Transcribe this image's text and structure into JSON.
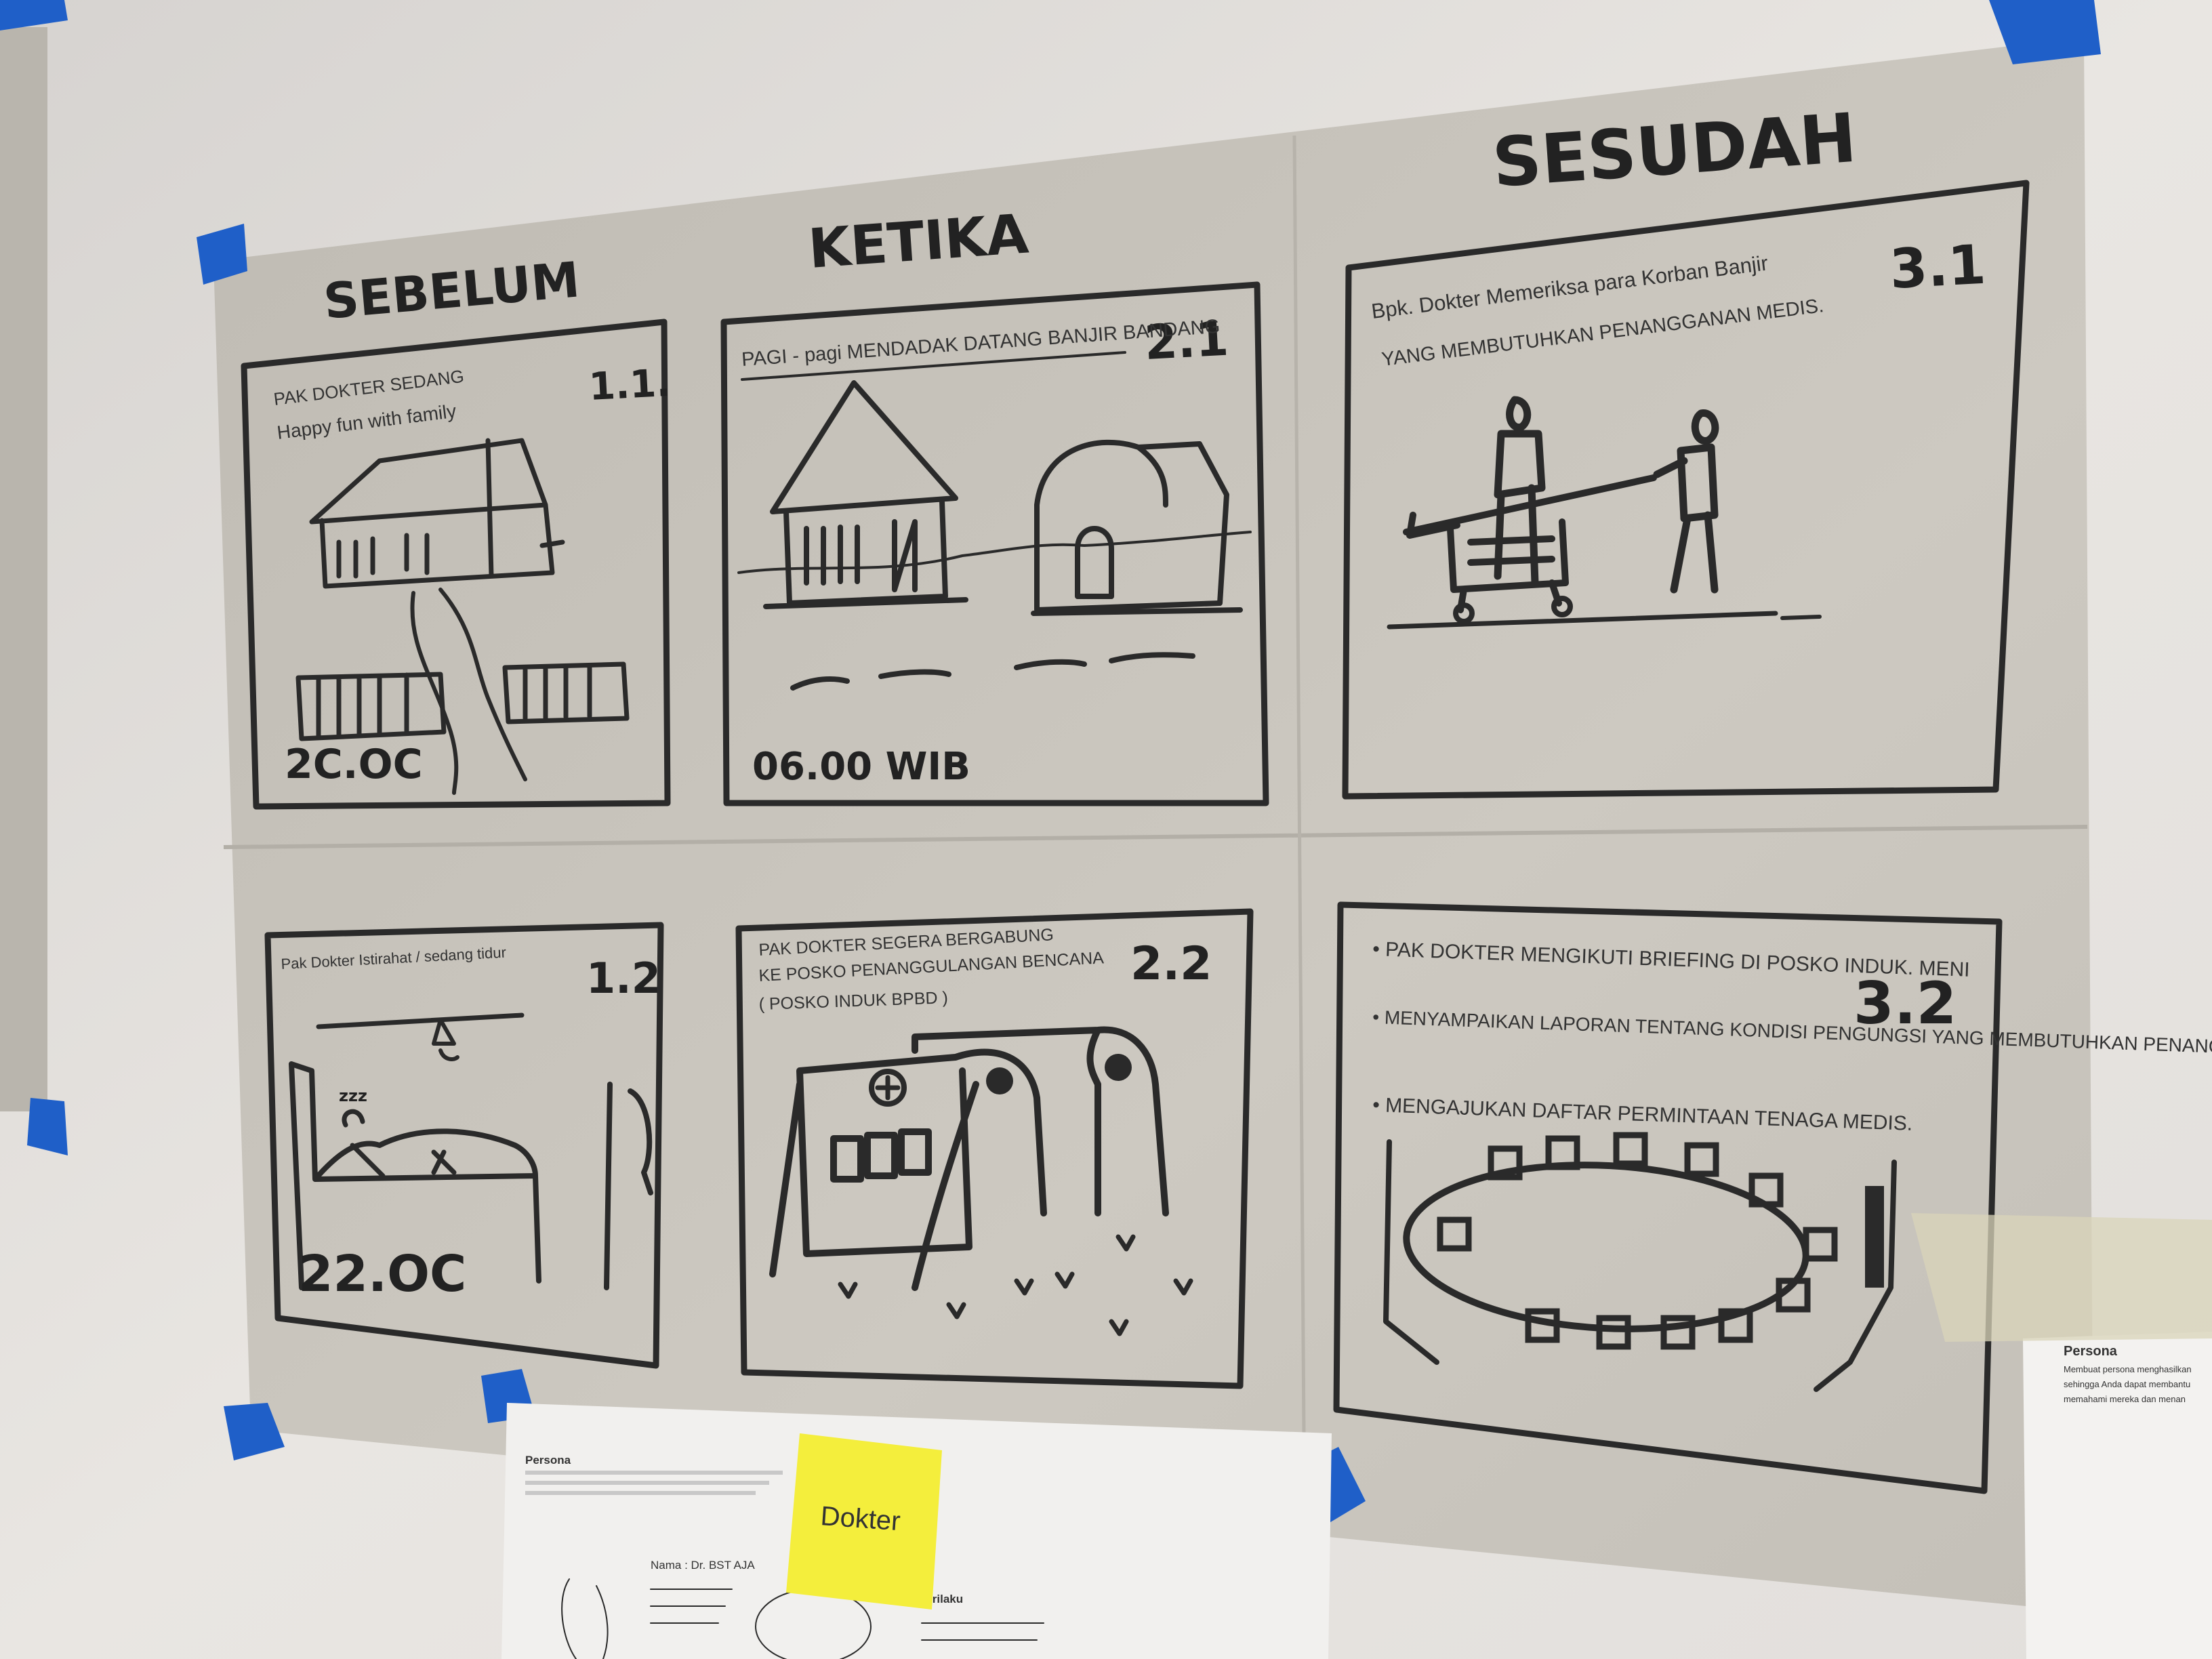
{
  "poster": {
    "columns": {
      "before": "SEBELUM",
      "during": "KETIKA",
      "after": "SESUDAH"
    },
    "panels": [
      {
        "id": "1.1",
        "number": "1.1.",
        "caption_line1": "PAK DOKTER SEDANG",
        "caption_line2": "Happy fun with family",
        "time": "2C.OC"
      },
      {
        "id": "2.1",
        "number": "2.1",
        "caption_line1": "PAGI - pagi MENDADAK DATANG BANJIR BANDANG",
        "caption_line2": "",
        "time": "06.00 WIB"
      },
      {
        "id": "3.1",
        "number": "3.1",
        "caption_line1": "Bpk. Dokter Memeriksa para Korban Banjir",
        "caption_line2": "YANG MEMBUTUHKAN PENANGGANAN MEDIS.",
        "time": ""
      },
      {
        "id": "1.2",
        "number": "1.2",
        "caption_line1": "Pak Dokter Istirahat / sedang tidur",
        "caption_line2": "",
        "time": "22.OC"
      },
      {
        "id": "2.2",
        "number": "2.2",
        "caption_line1": "PAK DOKTER SEGERA BERGABUNG",
        "caption_line2": "KE POSKO PENANGGULANGAN BENCANA",
        "caption_line3": "( POSKO INDUK BPBD )",
        "time": ""
      },
      {
        "id": "3.2",
        "number": "3.2",
        "bullets": [
          "PAK DOKTER MENGIKUTI BRIEFING DI POSKO INDUK. MENI",
          "MENYAMPAIKAN LAPORAN TENTANG KONDISI PENGUNGSI YANG MEMBUTUHKAN PENANGGANAN KESEHATAN.",
          "MENGAJUKAN DAFTAR PERMINTAAN TENAGA MEDIS."
        ],
        "time": ""
      }
    ]
  },
  "sticky_note": {
    "label": "Dokter"
  },
  "handout_left": {
    "title": "Persona",
    "name_line": "Nama : Dr. BST AJA",
    "section": "Perilaku"
  },
  "handout_right": {
    "title": "Persona",
    "line1": "Membuat persona menghasilkan",
    "line2": "sehingga Anda dapat membantu",
    "line3": "memahami mereka dan menan"
  },
  "colors": {
    "wall": "#e4e0dc",
    "paper": "#c9c5bd",
    "ink": "#2a2a2a",
    "tape": "#1f5fc8",
    "sticky": "#f4ee3c"
  }
}
